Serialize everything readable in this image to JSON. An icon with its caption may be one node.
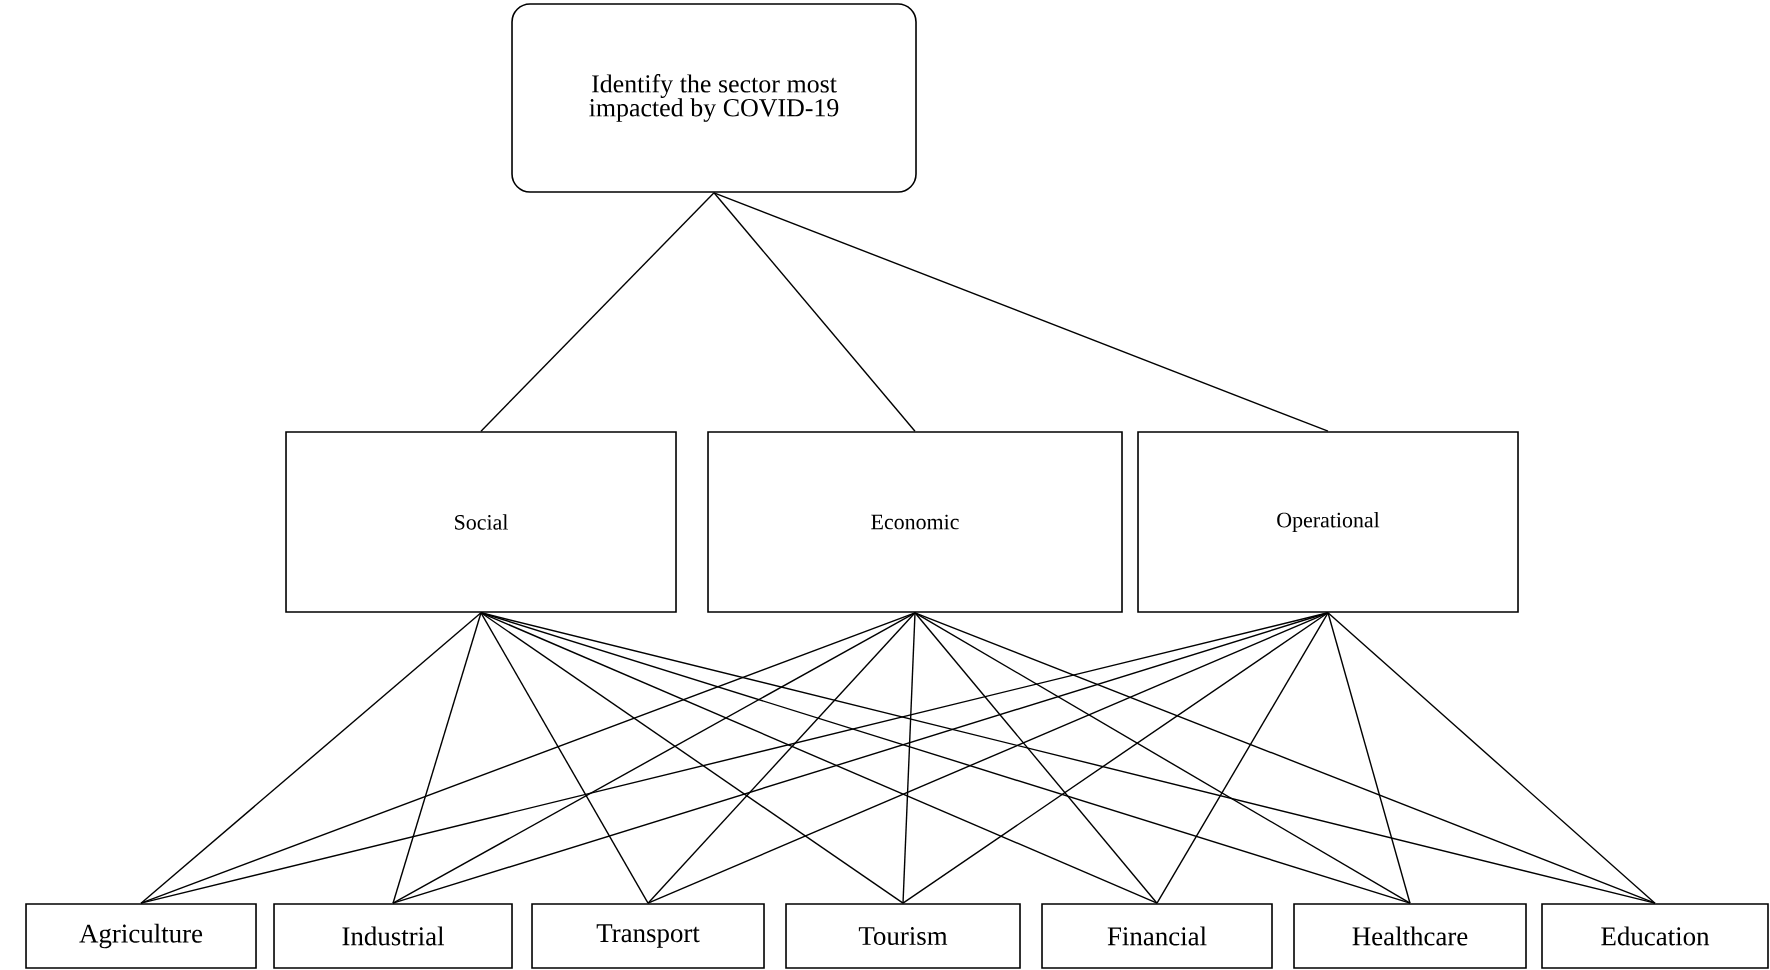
{
  "diagram": {
    "nodes": [
      {
        "text": [
          "Identify the sector most impacted by COVID-19"
        ]
      },
      {
        "text": [
          "Social"
        ]
      },
      {
        "text": [
          "Economic"
        ]
      },
      {
        "text": [
          "Operational"
        ]
      },
      {
        "text": [
          "Agriculture"
        ]
      },
      {
        "text": [
          "Industrial"
        ]
      },
      {
        "text": [
          "Transport"
        ]
      },
      {
        "text": [
          "Tourism"
        ]
      },
      {
        "text": [
          "Financial"
        ]
      },
      {
        "text": [
          "Healthcare"
        ]
      },
      {
        "text": [
          "Education"
        ]
      }
    ],
    "edges": [
      {
        "from": 0,
        "to": 1,
        "arrow": "none"
      },
      {
        "from": 0,
        "to": 2,
        "arrow": "none"
      },
      {
        "from": 0,
        "to": 3,
        "arrow": "none"
      },
      {
        "from": 1,
        "to": 4,
        "arrow": "none"
      },
      {
        "from": 1,
        "to": 5,
        "arrow": "none"
      },
      {
        "from": 1,
        "to": 6,
        "arrow": "none"
      },
      {
        "from": 1,
        "to": 7,
        "arrow": "none"
      },
      {
        "from": 1,
        "to": 8,
        "arrow": "none"
      },
      {
        "from": 1,
        "to": 9,
        "arrow": "none"
      },
      {
        "from": 1,
        "to": 10,
        "arrow": "none"
      },
      {
        "from": 2,
        "to": 4,
        "arrow": "none"
      },
      {
        "from": 2,
        "to": 5,
        "arrow": "none"
      },
      {
        "from": 2,
        "to": 6,
        "arrow": "none"
      },
      {
        "from": 2,
        "to": 7,
        "arrow": "none"
      },
      {
        "from": 2,
        "to": 8,
        "arrow": "none"
      },
      {
        "from": 2,
        "to": 9,
        "arrow": "none"
      },
      {
        "from": 2,
        "to": 10,
        "arrow": "none"
      },
      {
        "from": 3,
        "to": 4,
        "arrow": "none"
      },
      {
        "from": 3,
        "to": 5,
        "arrow": "none"
      },
      {
        "from": 3,
        "to": 6,
        "arrow": "none"
      },
      {
        "from": 3,
        "to": 7,
        "arrow": "none"
      },
      {
        "from": 3,
        "to": 8,
        "arrow": "none"
      },
      {
        "from": 3,
        "to": 9,
        "arrow": "none"
      },
      {
        "from": 3,
        "to": 10,
        "arrow": "none"
      }
    ]
  }
}
